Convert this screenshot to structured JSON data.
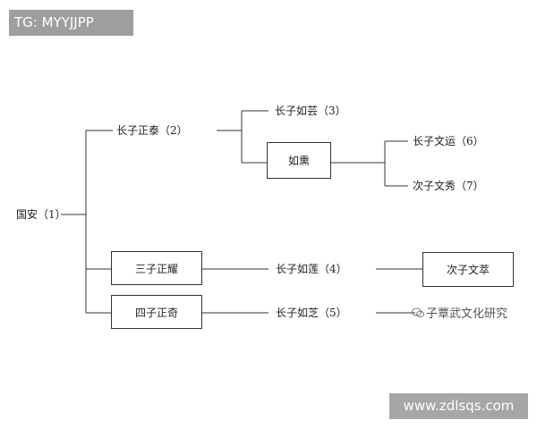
{
  "watermarks": {
    "top_left": "TG: MYYJJPP",
    "bottom_right": "www.zdlsqs.com",
    "wechat_label": "子覃武文化研究"
  },
  "tree": {
    "root": "国安（1）",
    "eldest": "长子正泰（2）",
    "eldest_child_1": "长子如芸（3）",
    "eldest_child_2": "如熏",
    "grandchild_1": "长子文运（6）",
    "grandchild_2": "次子文秀（7）",
    "third": "三子正耀",
    "third_child": "长子如莲（4）",
    "third_grandchild": "次子文萃",
    "fourth": "四子正奇",
    "fourth_child": "长子如芝（5）"
  },
  "colors": {
    "line": "#333333",
    "watermark_bg": "#9e9e9e"
  }
}
